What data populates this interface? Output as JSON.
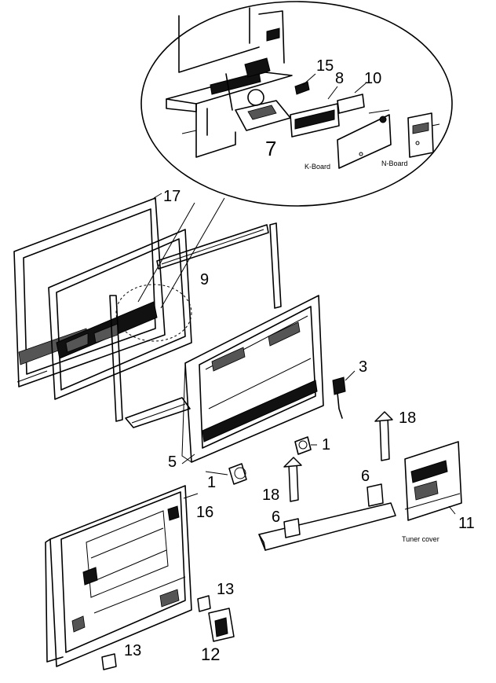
{
  "callouts": {
    "c15": "15",
    "c8": "8",
    "c10": "10",
    "c7": "7",
    "c17": "17",
    "c9": "9",
    "c3": "3",
    "c18a": "18",
    "c1a": "1",
    "c5": "5",
    "c1b": "1",
    "c6a": "6",
    "c18b": "18",
    "c6b": "6",
    "c16": "16",
    "c11": "11",
    "c13a": "13",
    "c13b": "13",
    "c12": "12"
  },
  "labels": {
    "board_a": "K-Board",
    "board_b": "N-Board",
    "tuner_cover": "Tuner cover"
  }
}
